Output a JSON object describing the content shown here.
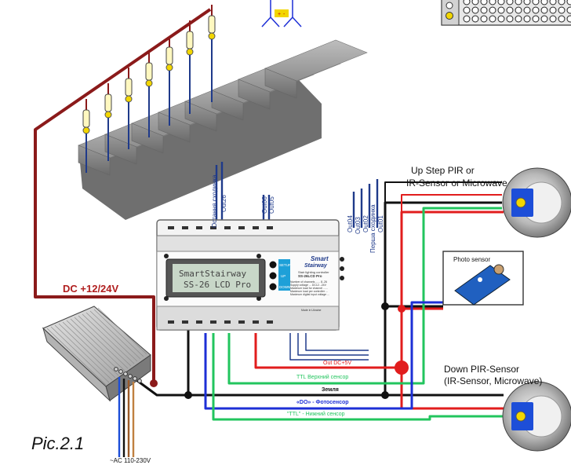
{
  "labels": {
    "dc_supply": "DC +12/24V",
    "ac_input": "~AC 110-230V",
    "up_sensor": "Up Step PIR or",
    "up_sensor_2": "IR-Sensor or Microwave",
    "down_sensor": "Down PIR-Sensor",
    "down_sensor_2": "(IR-Sensor, Microwave)",
    "photo_sensor": "Photo sensor",
    "figure": "Pic.2.1",
    "wire_out_dc": "Out DC+5V",
    "wire_ttl_up": "TTL Верхний сенсор",
    "wire_ground": "Земля",
    "wire_do": "«DO» - Фотосенсор",
    "wire_ttl_down": "\"TTL\" - Нижний сенсор",
    "last_step": "Остання сходинка",
    "first_step": "Перша сходинка",
    "out26": "Out26",
    "out06": "Out06",
    "out05": "Out05",
    "out04": "Out04",
    "out03": "Out03",
    "out02": "Out02",
    "out01": "Out01",
    "voltage_top": "+",
    "voltage_top2": "-"
  },
  "controller": {
    "lcd_line1": "SmartStairway",
    "lcd_line2": "SS-26 LCD Pro",
    "brand_smart": "Smart",
    "brand_stairway": "Stairway",
    "desc_line1": "Stair lighting controller",
    "desc_line2": "SS-26LCD Pro",
    "btn_setup": "SETUP",
    "btn_up": "UP",
    "btn_down": "DOWN",
    "spec1": "Number of channels ...... 8..26",
    "spec2": "Supply voltage ... DC12...24V",
    "spec3": "Maximum load for channel ......",
    "spec4": "Maximum load per controller ...",
    "spec5": "Maximum digital input voltage ...",
    "made_in": "Made in Ukraine"
  },
  "colors": {
    "power": "#8b1a1a",
    "led_wire": "#1f3a8a",
    "ground": "#111111",
    "signal_green": "#22c55e",
    "signal_red": "#e11d1d",
    "signal_blue": "#1d2fd6"
  }
}
